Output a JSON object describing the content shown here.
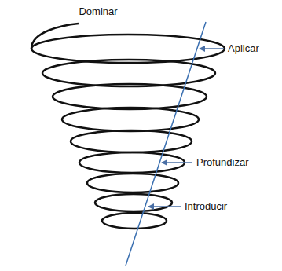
{
  "diagram": {
    "labels": [
      "Dominar",
      "Aplicar",
      "Profundizar",
      "Introducir"
    ]
  }
}
